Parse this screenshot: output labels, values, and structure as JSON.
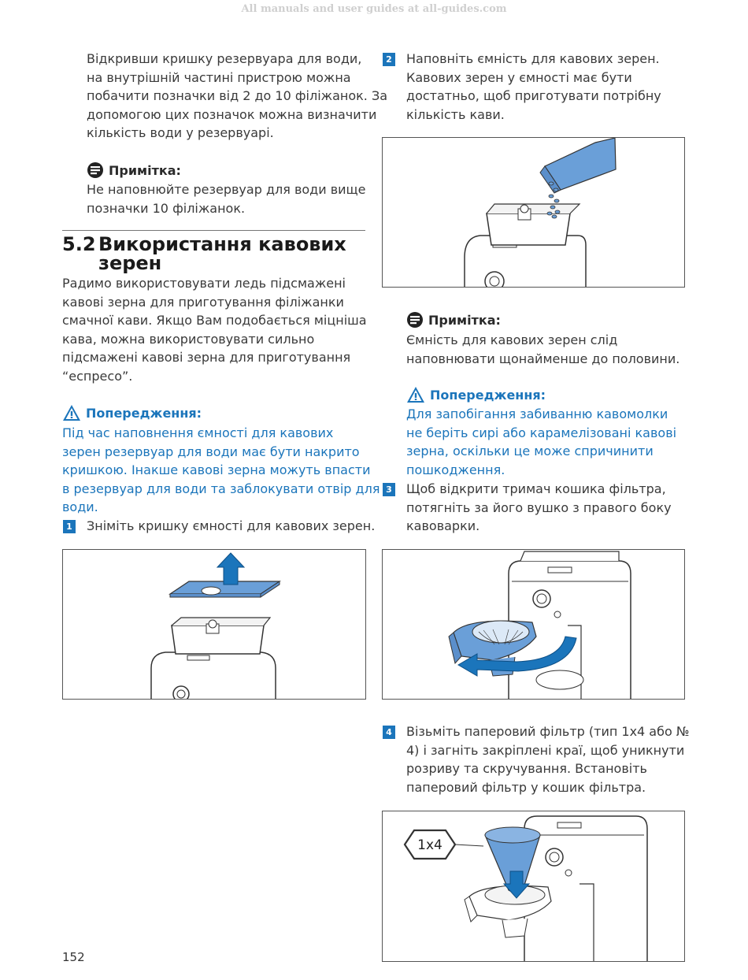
{
  "watermark": "All manuals and user guides at all-guides.com",
  "left": {
    "intro_lines": [
      "Відкривши кришку резервуара для води,",
      "на внутрішній частині пристрою можна",
      "побачити позначки від 2 до 10 філіжанок. За",
      "допомогою цих позначок можна визначити",
      "кількість води у резервуарі."
    ],
    "note1": {
      "label": "Примітка:",
      "lines": [
        "Не наповнюйте резервуар для води вище",
        "позначки 10 філіжанок."
      ]
    },
    "section": {
      "number": "5.2",
      "title_line1": "Використання кавових",
      "title_line2": "зерен"
    },
    "section_lines": [
      "Радимо використовувати ледь підсмажені",
      "кавові зерна для приготування філіжанки",
      "смачної кави. Якщо Вам подобається міцніша",
      "кава, можна використовувати сильно",
      "підсмажені кавові зерна для приготування",
      "“еспресо”."
    ],
    "warning1": {
      "label": "Попередження:",
      "lines": [
        "Під час наповнення ємності для кавових",
        "зерен резервуар для води має бути накрито",
        "кришкою. Інакше кавові зерна можуть впасти",
        "в резервуар для води та заблокувати отвір для",
        "води."
      ]
    },
    "step1": {
      "number": "1",
      "text": "Зніміть кришку ємності для кавових зерен."
    }
  },
  "right": {
    "step2": {
      "number": "2",
      "lines": [
        "Наповніть ємність для кавових зерен.",
        "Кавових зерен у ємності має бути",
        "достатньо, щоб приготувати потрібну",
        "кількість кави."
      ]
    },
    "note2": {
      "label": "Примітка:",
      "lines": [
        "Ємність для кавових зерен слід",
        "наповнювати щонайменше до половини."
      ]
    },
    "warning2": {
      "label": "Попередження:",
      "lines": [
        "Для запобігання забиванню кавомолки",
        "не беріть сирі або карамелізовані кавові",
        "зерна, оскільки це може спричинити",
        "пошкодження."
      ]
    },
    "step3": {
      "number": "3",
      "lines": [
        "Щоб відкрити тримач кошика фільтра,",
        "потягніть за його вушко з правого боку",
        "кавоварки."
      ]
    },
    "step4": {
      "number": "4",
      "lines": [
        "Візьміть паперовий фільтр (тип 1x4 або №",
        "4) і загніть закріплені краї, щоб уникнути",
        "розриву та скручування. Встановіть",
        "паперовий фільтр у кошик фільтра."
      ]
    },
    "filter_badge": "1x4"
  },
  "page_number": "152",
  "colors": {
    "accent_blue": "#1b75bb",
    "illustration_blue": "#6a9fd8"
  },
  "icons": {
    "note": "note-icon",
    "warning": "warning-triangle-icon"
  }
}
